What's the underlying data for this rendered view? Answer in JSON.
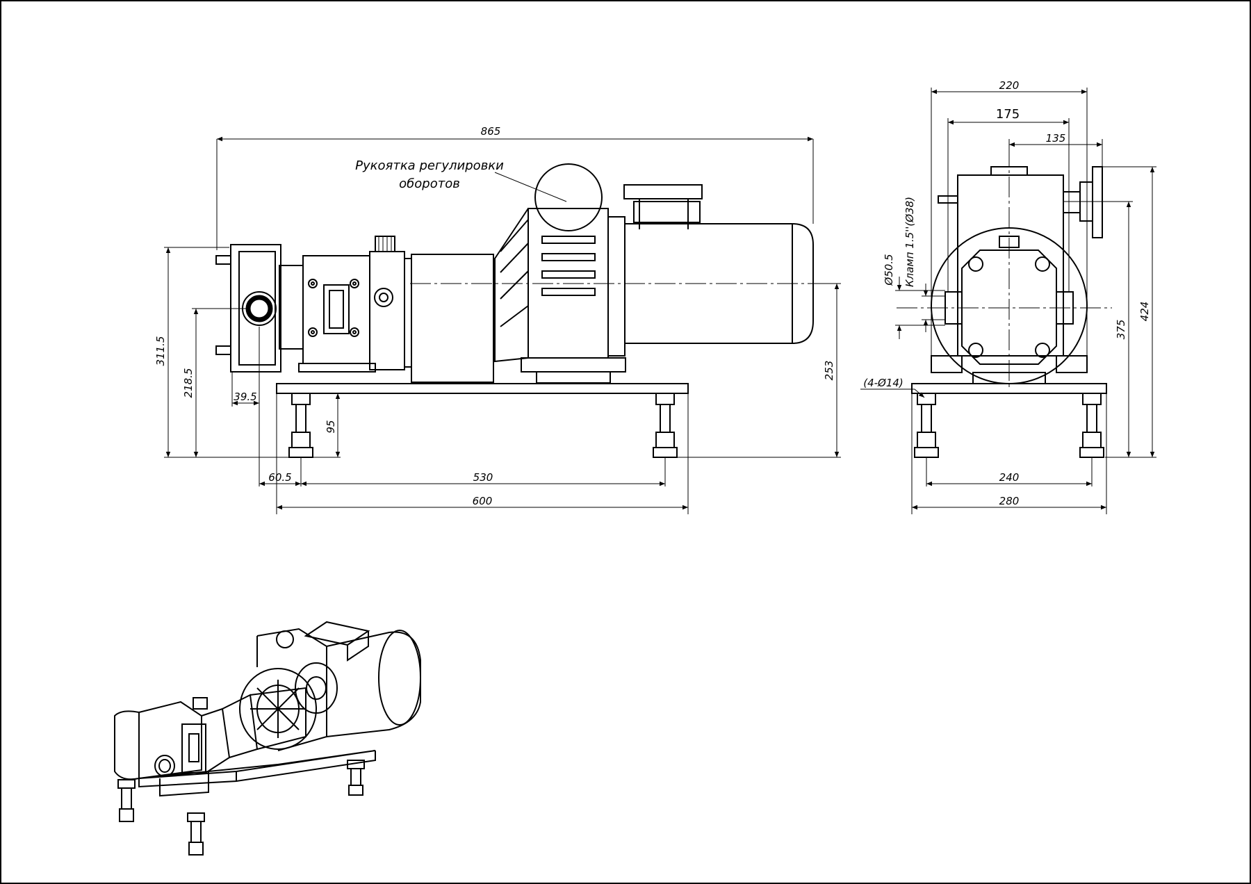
{
  "front_view": {
    "callout": {
      "line1": "Рукоятка регулировки",
      "line2": "оборотов"
    },
    "dims": {
      "overall_length": "865",
      "height_inlet": "311.5",
      "height_outlet": "218.5",
      "inlet_offset": "39.5",
      "leg_height": "95",
      "motor_axis_height": "253",
      "overhang": "60.5",
      "leg_spacing": "530",
      "frame_length": "600"
    }
  },
  "side_view": {
    "dims": {
      "overall_width": "220",
      "width_175": "175",
      "width_135": "135",
      "port_diameter": "Ø50.5",
      "clamp_spec": "Кламп  1.5''(Ø38)",
      "holes": "(4-Ø14)",
      "height_424": "424",
      "height_375": "375",
      "leg_spacing": "240",
      "frame_width": "280"
    }
  }
}
